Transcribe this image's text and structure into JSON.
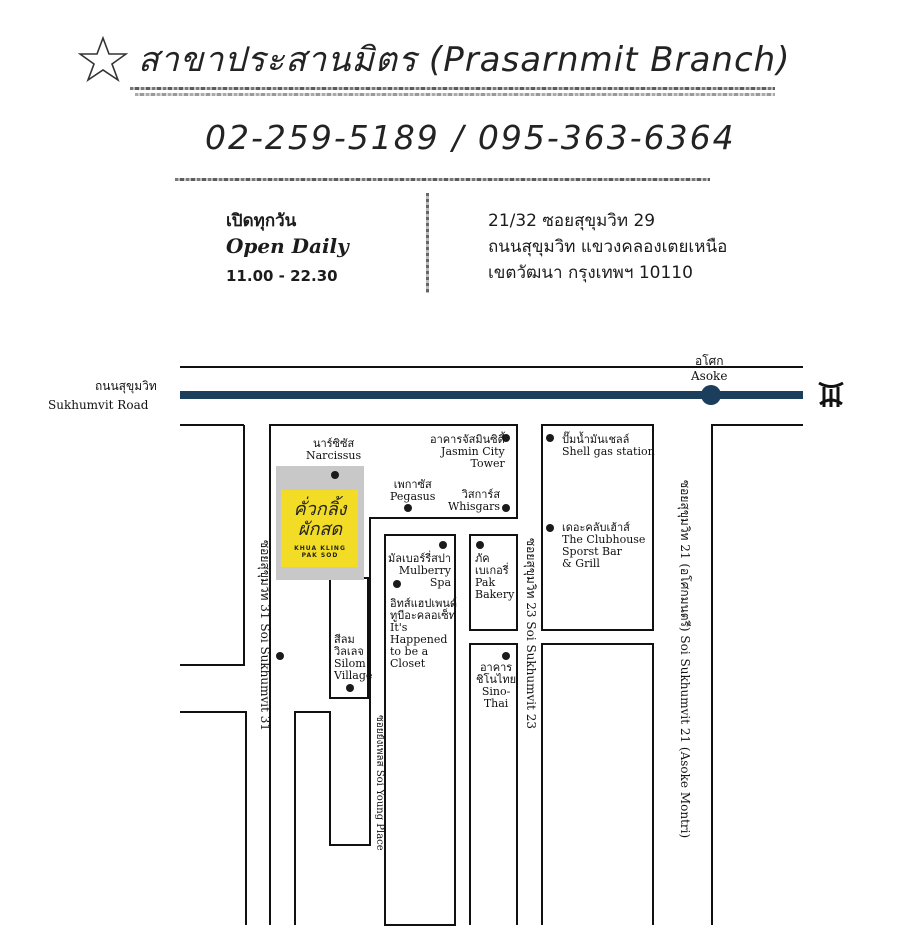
{
  "header": {
    "title": "สาขาประสานมิตร (Prasarnmit Branch)",
    "phone": "02-259-5189 / 095-363-6364",
    "hours_th": "เปิดทุกวัน",
    "hours_en": "Open Daily",
    "hours_time": "11.00 - 22.30",
    "address": [
      "21/32 ซอยสุขุมวิท 29",
      "ถนนสุขุมวิท แขวงคลองเตยเหนือ",
      "เขตวัฒนา กรุงเทพฯ 10110"
    ]
  },
  "map": {
    "colors": {
      "road_line": "#1b3e5c",
      "restaurant_bg": "#f2dc26",
      "restaurant_shade": "#c8c8c8"
    },
    "main_road": {
      "th": "ถนนสุขุมวิท",
      "en": "Sukhumvit Road"
    },
    "station": {
      "th": "อโศก",
      "en": "Asoke"
    },
    "transit_icon": "bts-skytrain-icon",
    "side_roads": {
      "soi31": "ซอยสุขุมวิท 31  Soi Sukhumvit 31",
      "soi23": "ซอยสุขุมวิท 23  Soi Sukhumvit 23",
      "soi21": "ซอยสุขุมวิท 21 (อโศกมนตรี)  Soi Sukhumvit 21 (Asoke Montri)",
      "young_place": "ซอยยังเพลส Soi Young Place"
    },
    "restaurant": {
      "script": "คั่วกลิ้ง ผักสด",
      "sub": "KHUA KLING PAK SOD"
    },
    "landmarks": {
      "narcissus": "นาร์ซิซัส\nNarcissus",
      "jasmin": "อาคารจัสมินซิตี้\nJasmin City\nTower",
      "pegasus": "เพกาซัส\nPegasus",
      "whisgars": "วิสการ์ส\nWhisgars",
      "shell": "ปั๊มน้ำมันเชลล์\nShell gas station",
      "clubhouse": "เดอะคลับเฮ้าส์\nThe Clubhouse\nSporst Bar\n& Grill",
      "mulberry": "มัลเบอร์รี่สปา\nMulberry\nSpa",
      "closet": "อิทส์แฮปเพนด์\nทูบีอะคลอเซ็ท\nIt's\nHappened\nto be a\nCloset",
      "pak": "ภัค\nเบเกอรี่\nPak\nBakery",
      "silom": "สีลม\nวิลเลจ\nSilom\nVillage",
      "sinothai": "อาคาร\nชิโนไทย\nSino-\nThai"
    }
  }
}
